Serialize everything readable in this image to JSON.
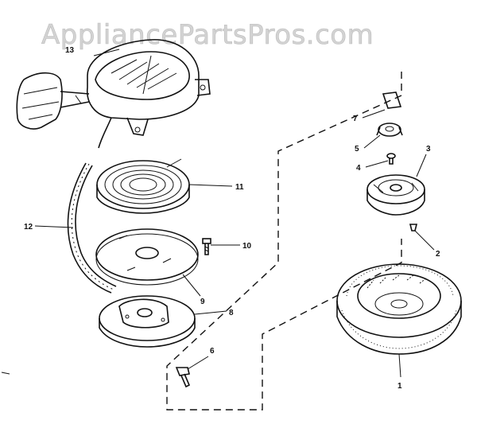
{
  "watermark": "AppliancePartsPros.com",
  "callouts": {
    "c1": "1",
    "c2": "2",
    "c3": "3",
    "c4": "4",
    "c5": "5",
    "c6": "6",
    "c7": "7",
    "c8": "8",
    "c9": "9",
    "c10": "10",
    "c11": "11",
    "c12": "12",
    "c13": "13"
  }
}
